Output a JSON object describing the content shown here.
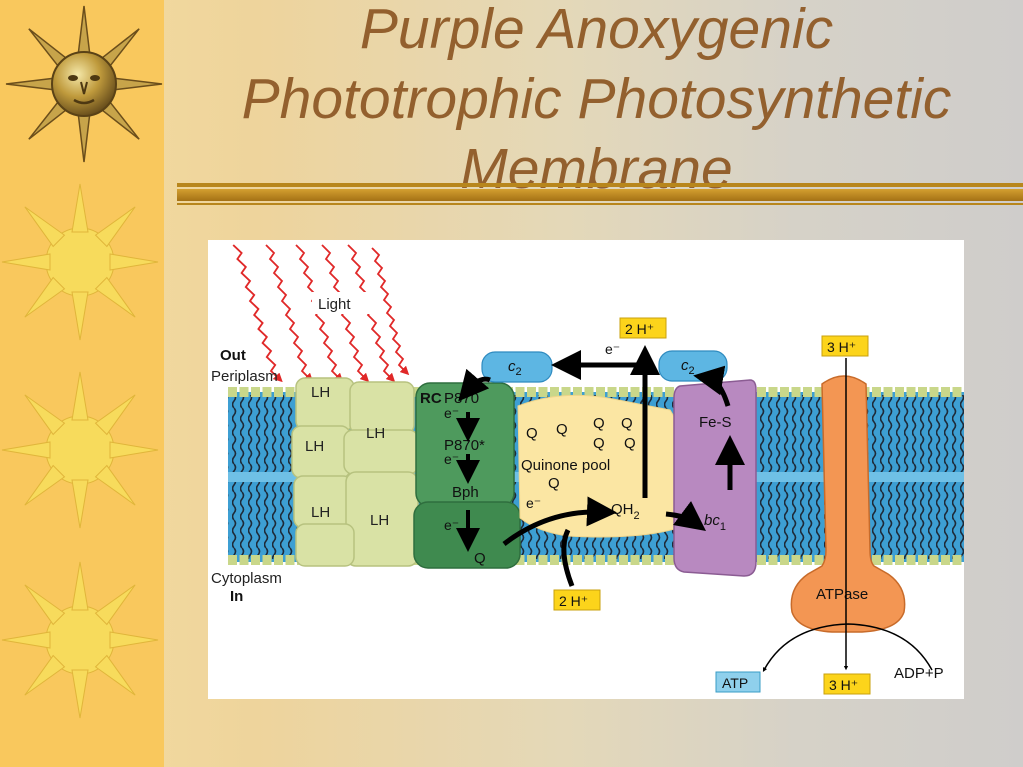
{
  "slide": {
    "title_line1": "Purple Anoxygenic",
    "title_line2": "Phototrophic Photosynthetic",
    "title_line3": "Membrane"
  },
  "diagram": {
    "light": "Light",
    "out": "Out",
    "periplasm": "Periplasm",
    "cytoplasm": "Cytoplasm",
    "in": "In",
    "lh": "LH",
    "rc": "RC",
    "p870": "P870",
    "p870_star": "P870*",
    "bph": "Bph",
    "q": "Q",
    "electron": "e⁻",
    "quinone_pool": "Quinone pool",
    "qh2": "QH",
    "qh2_sub": "2",
    "c2": "c",
    "c2_sub": "2",
    "fes": "Fe-S",
    "bc1": "bc",
    "bc1_sub": "1",
    "proton2": "2 H⁺",
    "proton3": "3 H⁺",
    "atpase": "ATPase",
    "atp": "ATP",
    "adp": "ADP+P",
    "colors": {
      "lh_complex": "#d9e2a5",
      "reaction_center": "#4e9a5d",
      "quinone_pool": "#fbe6a3",
      "bc1_complex": "#b889c0",
      "cytochrome_c2": "#5db6e3",
      "atpase": "#f39653",
      "proton_badge": "#fcd41b",
      "atp_badge": "#8fd0ec",
      "membrane": "#3d9fd3",
      "light_waves": "#e02828"
    }
  }
}
